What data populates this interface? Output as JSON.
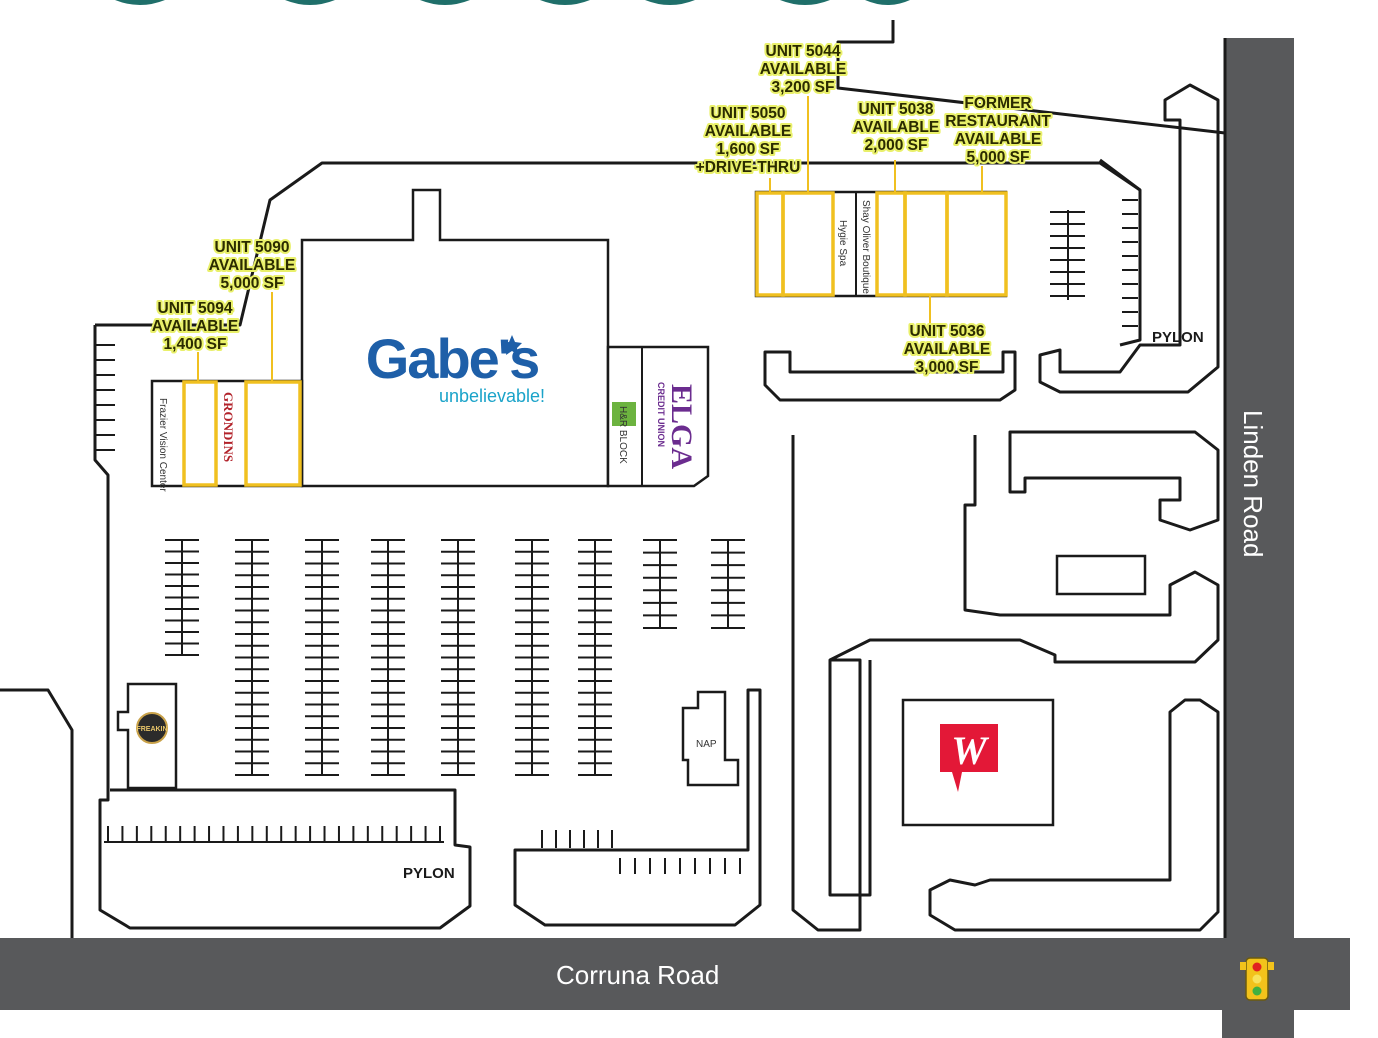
{
  "roads": {
    "linden": "Linden Road",
    "corruna": "Corruna Road"
  },
  "pylons": [
    "PYLON",
    "PYLON"
  ],
  "anchor": {
    "name": "Gabe's",
    "tagline": "unbelievable!",
    "brand_color": "#1e5fa8",
    "tagline_color": "#1aa3c9"
  },
  "tenants": {
    "frazier": "Frazier Vision Center",
    "grondins": "GRONDINS",
    "hygie": "Hygie Spa",
    "shay": "Shay Oliver Boutique",
    "elga": "ELGA",
    "elga_sub": "CREDIT UNION",
    "hr": "H&R BLOCK",
    "nap": "NAP",
    "freakin": "FREAKIN"
  },
  "units": [
    {
      "lines": [
        "UNIT 5044",
        "AVAILABLE",
        "3,200 SF"
      ]
    },
    {
      "lines": [
        "UNIT 5050",
        "AVAILABLE",
        "1,600 SF",
        "+DRIVE-THRU"
      ]
    },
    {
      "lines": [
        "UNIT 5038",
        "AVAILABLE",
        "2,000 SF"
      ]
    },
    {
      "lines": [
        "FORMER",
        "RESTAURANT",
        "AVAILABLE",
        "5,000 SF"
      ]
    },
    {
      "lines": [
        "UNIT 5090",
        "AVAILABLE",
        "5,000 SF"
      ]
    },
    {
      "lines": [
        "UNIT 5094",
        "AVAILABLE",
        "1,400 SF"
      ]
    },
    {
      "lines": [
        "UNIT 5036",
        "AVAILABLE",
        "3,000 SF"
      ]
    }
  ],
  "colors": {
    "road": "#58595b",
    "available_outline": "#f0c020",
    "walgreens": "#e31837",
    "elga": "#6b2c8f",
    "hr": "#6cb33f",
    "grondins": "#b2222a"
  },
  "icons": {
    "walgreens": "walgreens-w-logo",
    "traffic": "traffic-light-icon"
  }
}
